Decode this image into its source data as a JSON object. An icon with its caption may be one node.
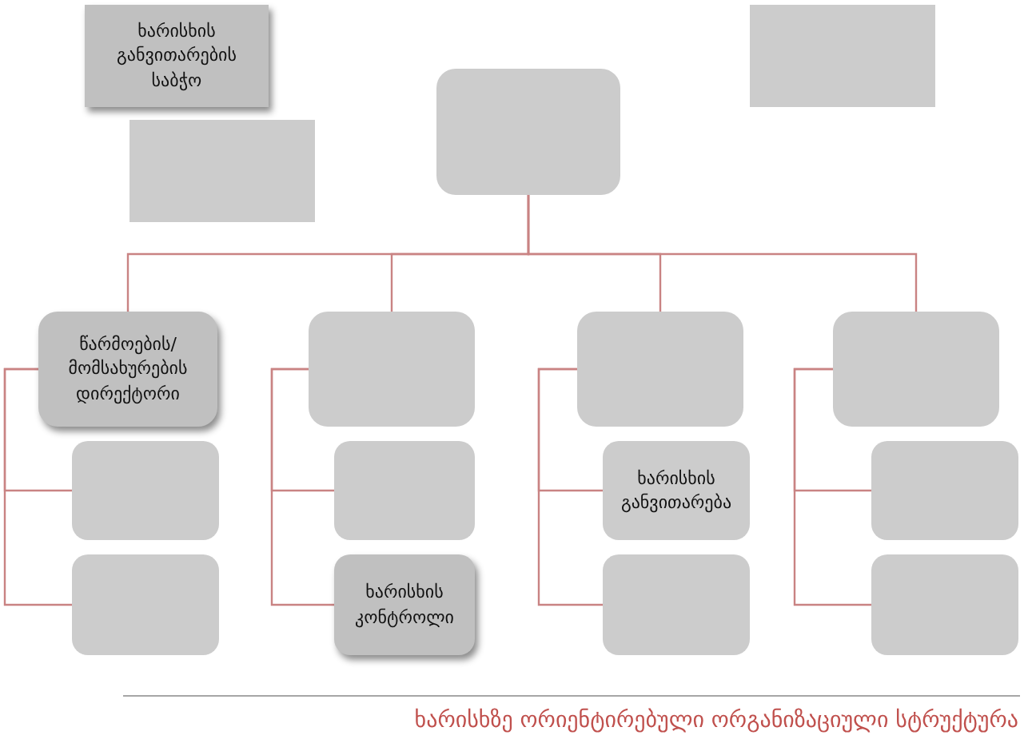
{
  "diagram": {
    "title": "ხარისხზე ორიენტირებული ორგანიზაციული სტრუქტურა",
    "nodes": [
      {
        "text": [
          "ხარისხის განვითარების საბჭო"
        ]
      },
      {
        "text": [],
        "shape": "box"
      },
      {
        "text": [],
        "shape": "box"
      },
      {
        "text": [],
        "shape": "box"
      },
      {
        "text": [
          "წარმოების/ მომსახურების დირექტორი"
        ]
      },
      {
        "text": [],
        "shape": "box"
      },
      {
        "text": [],
        "shape": "box"
      },
      {
        "text": [],
        "shape": "box"
      },
      {
        "text": [],
        "shape": "box"
      },
      {
        "text": [],
        "shape": "box"
      },
      {
        "text": [
          "ხარისხის განვითარება"
        ]
      },
      {
        "text": [],
        "shape": "box"
      },
      {
        "text": [],
        "shape": "box"
      },
      {
        "text": [
          "ხარისხის კონტროლი"
        ]
      },
      {
        "text": [],
        "shape": "box"
      },
      {
        "text": [],
        "shape": "box"
      }
    ],
    "edges": [
      {
        "from": 3,
        "to": 4,
        "arrow": "none"
      },
      {
        "from": 3,
        "to": 5,
        "arrow": "none"
      },
      {
        "from": 3,
        "to": 6,
        "arrow": "none"
      },
      {
        "from": 3,
        "to": 7,
        "arrow": "none"
      },
      {
        "from": 4,
        "to": 8,
        "arrow": "none"
      },
      {
        "from": 4,
        "to": 12,
        "arrow": "none"
      },
      {
        "from": 5,
        "to": 9,
        "arrow": "none"
      },
      {
        "from": 5,
        "to": 13,
        "arrow": "none"
      },
      {
        "from": 6,
        "to": 10,
        "arrow": "none"
      },
      {
        "from": 6,
        "to": 14,
        "arrow": "none"
      },
      {
        "from": 7,
        "to": 11,
        "arrow": "none"
      },
      {
        "from": 7,
        "to": 15,
        "arrow": "none"
      }
    ]
  }
}
